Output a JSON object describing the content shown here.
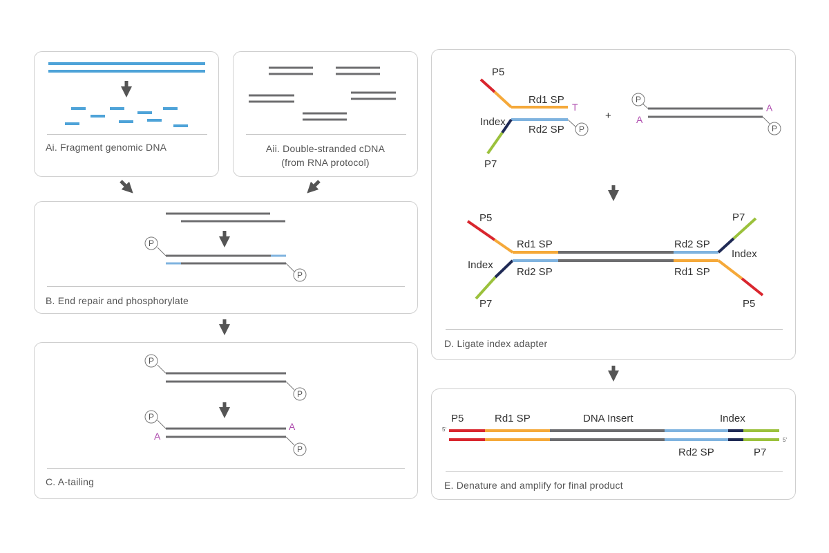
{
  "colors": {
    "genomic": "#4ea3d8",
    "strand": "#6d6d6f",
    "p5": "#d9262e",
    "rd1": "#f5a93a",
    "rd2": "#7fb3df",
    "index": "#1f2a55",
    "p7": "#9bc13c",
    "overhang": "#b04fb0",
    "arrow": "#555555"
  },
  "panels": {
    "ai": {
      "caption": "Ai. Fragment genomic DNA"
    },
    "aii": {
      "caption_line1": "Aii. Double-stranded cDNA",
      "caption_line2": "(from RNA protocol)"
    },
    "b": {
      "caption": "B. End repair and phosphorylate",
      "phosphate": "P"
    },
    "c": {
      "caption": "C. A-tailing",
      "phosphate": "P",
      "overhang_a": "A"
    },
    "d": {
      "caption": "D. Ligate index adapter",
      "plus": "+",
      "adapter": {
        "p5": "P5",
        "rd1": "Rd1 SP",
        "t": "T",
        "index": "Index",
        "rd2": "Rd2 SP",
        "p7": "P7",
        "phosphate": "P"
      },
      "insert": {
        "phosphate": "P",
        "a": "A"
      },
      "ligated": {
        "p5_left": "P5",
        "rd1_left": "Rd1 SP",
        "index_left": "Index",
        "rd2_left": "Rd2 SP",
        "p7_left": "P7",
        "p7_right": "P7",
        "rd2_right": "Rd2 SP",
        "index_right": "Index",
        "rd1_right": "Rd1 SP",
        "p5_right": "P5"
      }
    },
    "e": {
      "caption": "E. Denature and amplify for final product",
      "p5": "P5",
      "rd1": "Rd1 SP",
      "insert": "DNA Insert",
      "index": "Index",
      "rd2": "Rd2 SP",
      "p7": "P7",
      "five_prime_left": "5'",
      "five_prime_right": "5'"
    }
  }
}
